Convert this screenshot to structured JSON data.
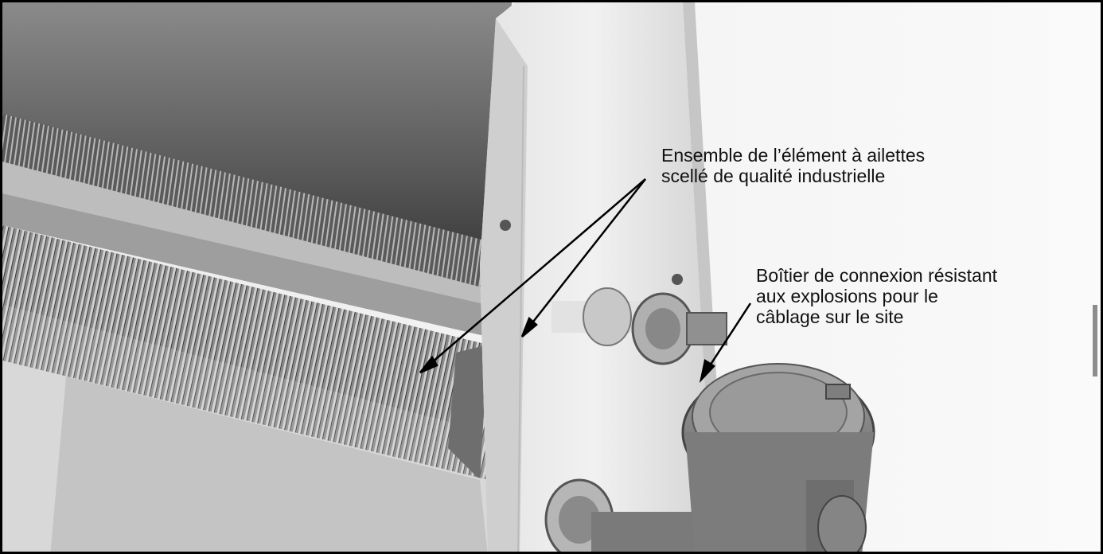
{
  "callouts": [
    {
      "lines": [
        "Ensemble de l’élément à ailettes",
        "scellé de qualité industrielle"
      ]
    },
    {
      "lines": [
        "Boîtier de connexion résistant",
        "aux explosions pour le",
        "câblage sur le site"
      ]
    }
  ],
  "colors": {
    "frame": "#000000",
    "background": "#ffffff"
  }
}
